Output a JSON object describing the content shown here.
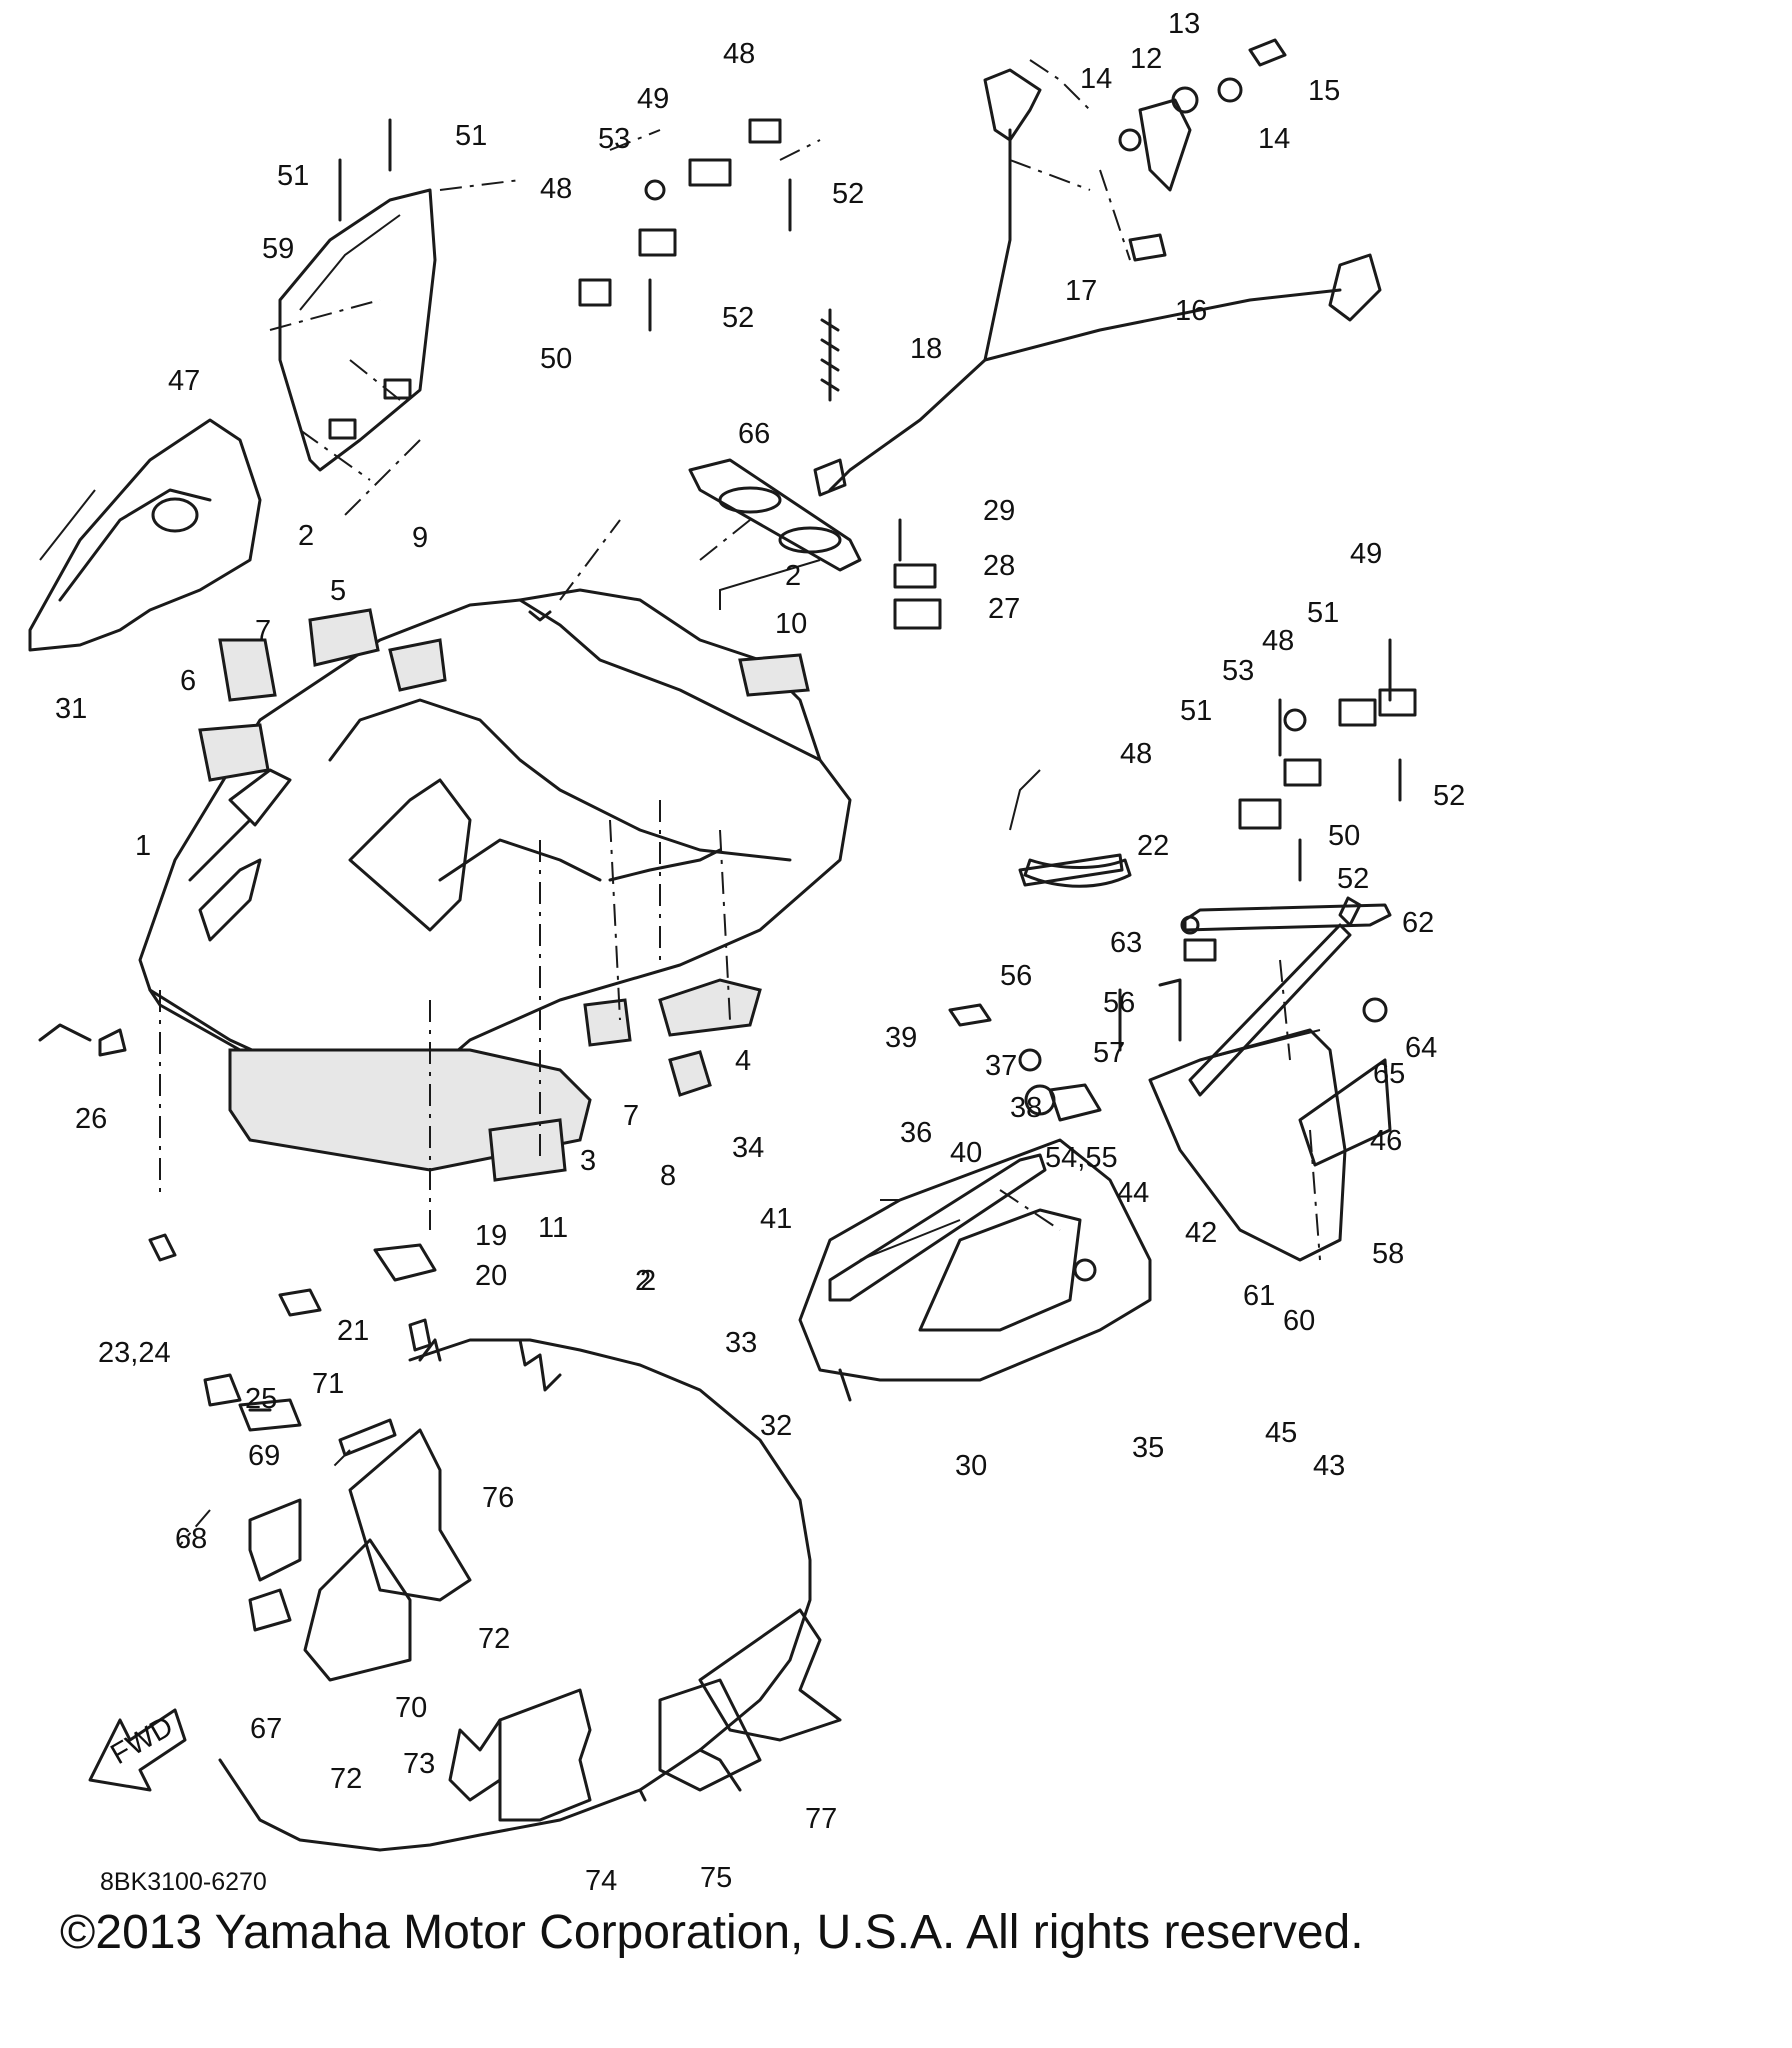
{
  "diagram": {
    "labels": [
      "1",
      "2",
      "2",
      "2",
      "2",
      "3",
      "4",
      "5",
      "6",
      "7",
      "7",
      "8",
      "9",
      "10",
      "11",
      "12",
      "13",
      "14",
      "14",
      "15",
      "16",
      "17",
      "18",
      "19",
      "20",
      "21",
      "22",
      "23,24",
      "25",
      "26",
      "27",
      "28",
      "29",
      "30",
      "31",
      "32",
      "33",
      "34",
      "35",
      "36",
      "37",
      "38",
      "39",
      "40",
      "41",
      "42",
      "43",
      "44",
      "45",
      "46",
      "47",
      "48",
      "48",
      "48",
      "48",
      "49",
      "49",
      "50",
      "50",
      "51",
      "51",
      "51",
      "51",
      "52",
      "52",
      "52",
      "52",
      "53",
      "53",
      "54,55",
      "56",
      "56",
      "57",
      "58",
      "59",
      "60",
      "61",
      "62",
      "63",
      "64",
      "65",
      "66",
      "67",
      "68",
      "69",
      "70",
      "71",
      "72",
      "72",
      "73",
      "74",
      "75",
      "76",
      "77"
    ],
    "fwd_arrow": "FWD",
    "drawing_code": "8BK3100-6270"
  },
  "footer": {
    "copyright": "©2013 Yamaha Motor Corporation, U.S.A. All rights reserved."
  },
  "colors": {
    "ink": "#1a1a1a",
    "foam_fill": "#e7e7e7",
    "background": "#ffffff"
  }
}
